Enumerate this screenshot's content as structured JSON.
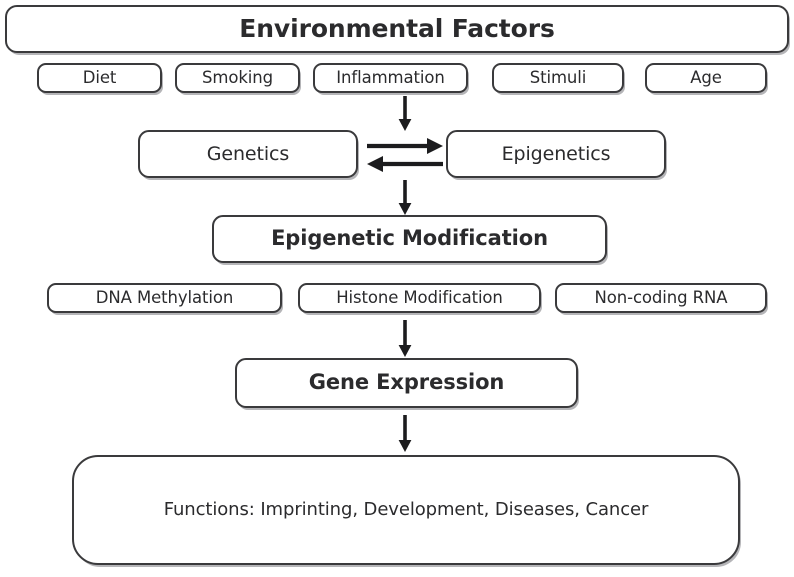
{
  "diagram": {
    "title": "Environmental Factors",
    "type": "flowchart",
    "orientation": "top-to-bottom",
    "colors": {
      "background": "#ffffff",
      "box_stroke": "#3a3a3c",
      "text": "#2b2b2d",
      "arrow": "#1c1c1e",
      "shadow": "#78787d"
    },
    "header": {
      "label": "Environmental Factors"
    },
    "factors": [
      {
        "label": "Diet"
      },
      {
        "label": "Smoking"
      },
      {
        "label": "Inflammation"
      },
      {
        "label": "Stimuli"
      },
      {
        "label": "Age"
      }
    ],
    "pair": {
      "left": "Genetics",
      "right": "Epigenetics",
      "relation": "bidirectional"
    },
    "modification": {
      "label": "Epigenetic Modification"
    },
    "mechanisms": [
      {
        "label": "DNA Methylation"
      },
      {
        "label": "Histone Modification"
      },
      {
        "label": "Non-coding RNA"
      }
    ],
    "expression": {
      "label": "Gene Expression"
    },
    "outcomes": {
      "label": "Functions: Imprinting, Development, Diseases, Cancer"
    },
    "arrows": [
      {
        "name": "inflammation-to-pair",
        "direction": "down"
      },
      {
        "name": "genetics-epigenetics-forward",
        "direction": "right"
      },
      {
        "name": "epigenetics-genetics-back",
        "direction": "left"
      },
      {
        "name": "pair-to-modification",
        "direction": "down"
      },
      {
        "name": "mechanisms-to-expression",
        "direction": "down"
      },
      {
        "name": "expression-to-outcomes",
        "direction": "down"
      }
    ]
  }
}
